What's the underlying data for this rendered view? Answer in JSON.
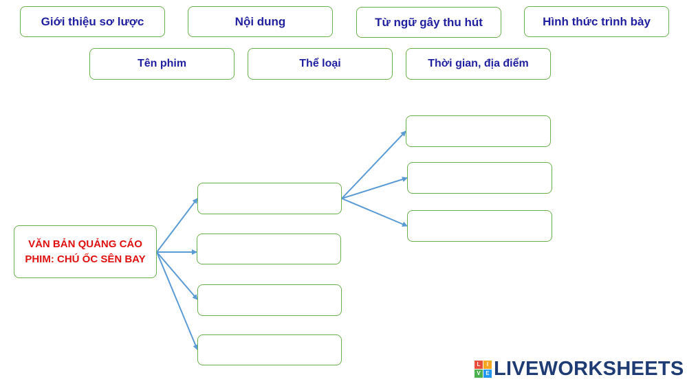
{
  "word_bank": [
    "Giới thiệu sơ lược",
    "Nội dung",
    "Từ ngữ gây thu hút",
    "Hình thức trình bày",
    "Tên phim",
    "Thể loại",
    "Thời gian, địa điểm"
  ],
  "root": {
    "line1": "VĂN BẢN QUẢNG CÁO",
    "line2": "PHIM: CHÚ ỐC SÊN BAY"
  },
  "logo": {
    "text": "LIVEWORKSHEETS",
    "icon_letters": [
      "L",
      "I",
      "V",
      "E"
    ]
  },
  "colors": {
    "box_border": "#6ab04c",
    "chip_text": "#1f1fa0",
    "root_text": "#e01010",
    "arrow": "#5b9bd5",
    "logo_text": "#1f3b73"
  }
}
